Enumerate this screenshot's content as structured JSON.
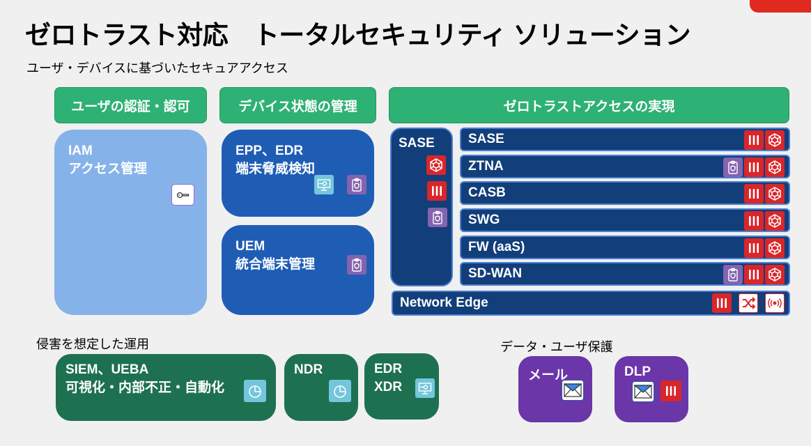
{
  "title": "ゼロトラスト対応　トータルセキュリティ ソリューション",
  "subtitle": "ユーザ・デバイスに基づいたセキュアアクセス",
  "headers": [
    "ユーザの認証・認可",
    "デバイス状態の管理",
    "ゼロトラストアクセスの実現"
  ],
  "iam": {
    "line1": "IAM",
    "line2": "アクセス管理"
  },
  "epp": {
    "line1": "EPP、EDR",
    "line2": "端末脅威検知"
  },
  "uem": {
    "line1": "UEM",
    "line2": "統合端末管理"
  },
  "sase_group": "SASE",
  "rows": [
    {
      "label": "SASE"
    },
    {
      "label": "ZTNA"
    },
    {
      "label": "CASB"
    },
    {
      "label": "SWG"
    },
    {
      "label": "FW (aaS)"
    },
    {
      "label": "SD-WAN"
    }
  ],
  "network_edge": "Network Edge",
  "ops": {
    "label": "侵害を想定した運用",
    "siem1": "SIEM、UEBA",
    "siem2": "可視化・内部不正・自動化",
    "ndr": "NDR",
    "edr1": "EDR",
    "edr2": "XDR"
  },
  "protect": {
    "label": "データ・ユーザ保護",
    "mail": "メール",
    "dlp": "DLP"
  },
  "colors": {
    "accent_red": "#d9262a",
    "header_green": "#2eb174",
    "navy": "#123e7a",
    "purple": "#6a36a8"
  }
}
